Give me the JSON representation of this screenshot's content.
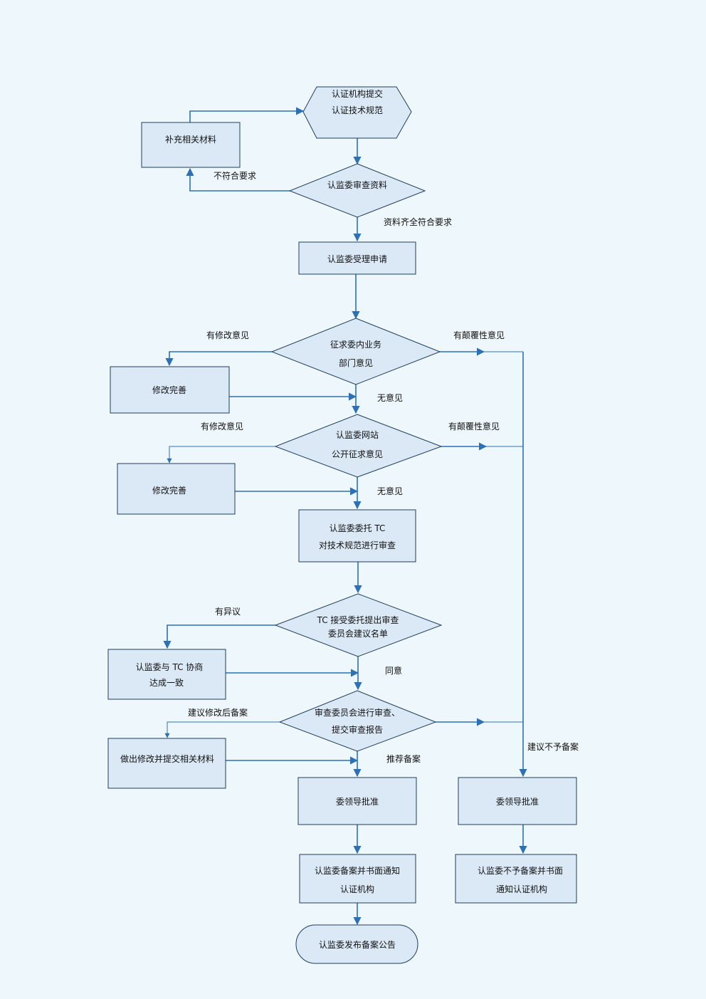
{
  "diagram": {
    "nodes": {
      "submit": [
        "认证机构提交",
        "认证技术规范"
      ],
      "supplement": [
        "补充相关材料"
      ],
      "review_materials": [
        "认监委审查资料"
      ],
      "accept": [
        "认监委受理申请"
      ],
      "solicit_internal": [
        "征求委内业务",
        "部门意见"
      ],
      "revise_1": [
        "修改完善"
      ],
      "public_comment": [
        "认监委网站",
        "公开征求意见"
      ],
      "revise_2": [
        "修改完善"
      ],
      "entrust_tc": [
        "认监委委托 TC",
        "对技术规范进行审查"
      ],
      "tc_accept": [
        "TC 接受委托提出审查",
        "委员会建议名单"
      ],
      "negotiate_tc": [
        "认监委与 TC 协商",
        "达成一致"
      ],
      "committee_review": [
        "审查委员会进行审查、",
        "提交审查报告"
      ],
      "modify_submit": [
        "做出修改并提交相关材料"
      ],
      "leader_approve_left": [
        "委领导批准"
      ],
      "leader_approve_right": [
        "委领导批准"
      ],
      "record_notify": [
        "认监委备案并书面通知",
        "认证机构"
      ],
      "reject_notify": [
        "认监委不予备案并书面",
        "通知认证机构"
      ],
      "publish": [
        "认监委发布备案公告"
      ]
    },
    "edge_labels": {
      "not_meet": "不符合要求",
      "complete_meet": "资料齐全符合要求",
      "has_revision_1": "有修改意见",
      "subversive_1": "有颠覆性意见",
      "no_opinion_1": "无意见",
      "has_revision_2": "有修改意见",
      "subversive_2": "有颠覆性意见",
      "no_opinion_2": "无意见",
      "objection": "有异议",
      "agree": "同意",
      "suggest_modify": "建议修改后备案",
      "recommend": "推荐备案",
      "suggest_reject": "建议不予备案"
    }
  }
}
